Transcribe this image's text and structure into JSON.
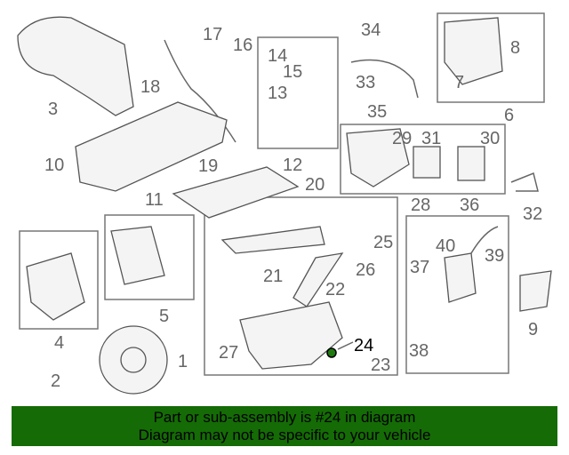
{
  "diagram": {
    "highlighted_part": "24",
    "highlight_color": "#1f7a0f",
    "callouts": [
      "1",
      "2",
      "3",
      "4",
      "5",
      "6",
      "7",
      "8",
      "9",
      "10",
      "11",
      "12",
      "13",
      "14",
      "15",
      "16",
      "17",
      "18",
      "19",
      "20",
      "21",
      "22",
      "23",
      "24",
      "25",
      "26",
      "27",
      "28",
      "29",
      "30",
      "31",
      "32",
      "33",
      "34",
      "35",
      "36",
      "37",
      "38",
      "39",
      "40"
    ]
  },
  "banner": {
    "line1": "Part or sub-assembly is #24 in diagram",
    "line2": "Diagram may not be specific to your vehicle",
    "background": "#156b06"
  }
}
